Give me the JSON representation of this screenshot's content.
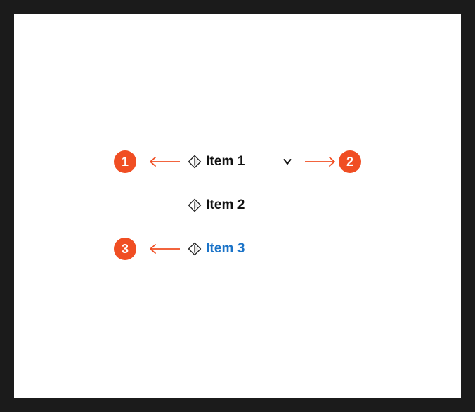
{
  "colors": {
    "frame": "#1b1b1b",
    "canvas": "#ffffff",
    "annotation": "#f04e23",
    "text": "#111111",
    "active_text": "#1a73c8"
  },
  "menu": {
    "items": [
      {
        "label": "Item 1",
        "icon": "component-diamond-icon",
        "state": "default",
        "has_chevron": true
      },
      {
        "label": "Item 2",
        "icon": "component-diamond-icon",
        "state": "default",
        "has_chevron": false
      },
      {
        "label": "Item 3",
        "icon": "component-diamond-icon",
        "state": "active",
        "has_chevron": false
      }
    ],
    "chevron_icon": "chevron-down-icon"
  },
  "annotations": [
    {
      "number": "1",
      "points_to": "Item 1 icon",
      "direction": "left"
    },
    {
      "number": "2",
      "points_to": "Item 1 chevron",
      "direction": "right"
    },
    {
      "number": "3",
      "points_to": "Item 3 icon",
      "direction": "left"
    }
  ]
}
